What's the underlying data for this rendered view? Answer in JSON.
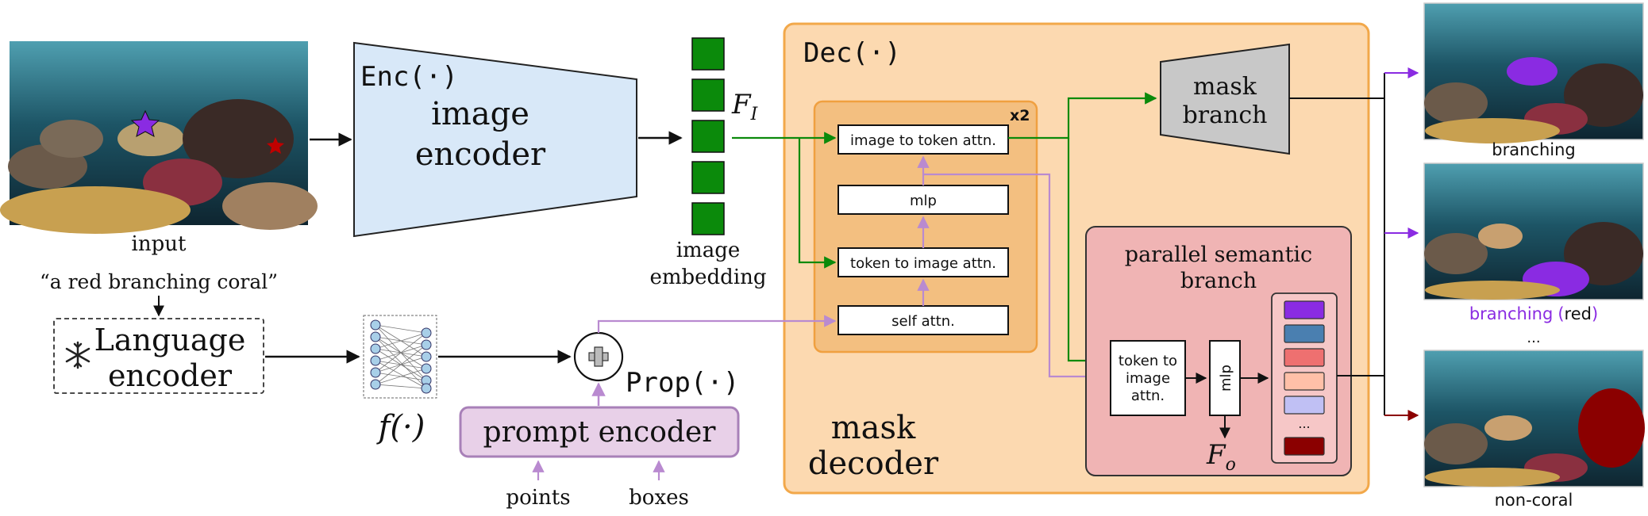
{
  "input": {
    "label": "input"
  },
  "encoder": {
    "func": "Enc(·)",
    "line1": "image",
    "line2": "encoder"
  },
  "embedding": {
    "symbol": "F",
    "subscript": "I",
    "line1": "image",
    "line2": "embedding"
  },
  "text_prompt": "“a red branching coral”",
  "language_encoder": {
    "line1": "Language",
    "line2": "encoder",
    "icon": "snowflake-icon"
  },
  "projection": {
    "label": "f(·)"
  },
  "prompt_encoder": {
    "label": "prompt encoder",
    "func": "Prop(·)",
    "inputs": [
      "points",
      "boxes"
    ],
    "icon": "plus-icon"
  },
  "decoder": {
    "func": "Dec(·)",
    "repeat": "x2",
    "blocks": [
      "image to token attn.",
      "mlp",
      "token to image attn.",
      "self attn."
    ],
    "mask_branch": {
      "line1": "mask",
      "line2": "branch"
    },
    "semantic_branch": {
      "line1": "parallel semantic",
      "line2": "branch",
      "attn_lines": [
        "token to",
        "image",
        "attn."
      ],
      "mlp": "mlp",
      "output_symbol": "F",
      "output_subscript": "o",
      "token_colors": [
        "#8a2be2",
        "#4a7fb0",
        "#ee7070",
        "#ffc0a8",
        "#c0c0f4",
        "#8b0000"
      ],
      "ellipsis": "..."
    },
    "line1": "mask",
    "line2": "decoder"
  },
  "outputs": [
    {
      "label": "branching",
      "color": "#8a2be2"
    },
    {
      "label_main": "branching",
      "label_paren_open": "(",
      "label_extra": "red",
      "label_paren_close": ")",
      "color": "#8a2be2"
    },
    {
      "label": "non-coral",
      "color": "#8b0000"
    }
  ],
  "outputs_ellipsis": "...",
  "colors": {
    "green": "#0b8a0b",
    "purple": "#b98ad0",
    "decoder_bg": "#fcd9b0",
    "decoder_border": "#f2a84a",
    "block_bg": "#f3bf80",
    "encoder_bg": "#d8e8f8",
    "semantic_bg": "#f0b4b4",
    "prompt_bg": "#e8d0e8"
  }
}
